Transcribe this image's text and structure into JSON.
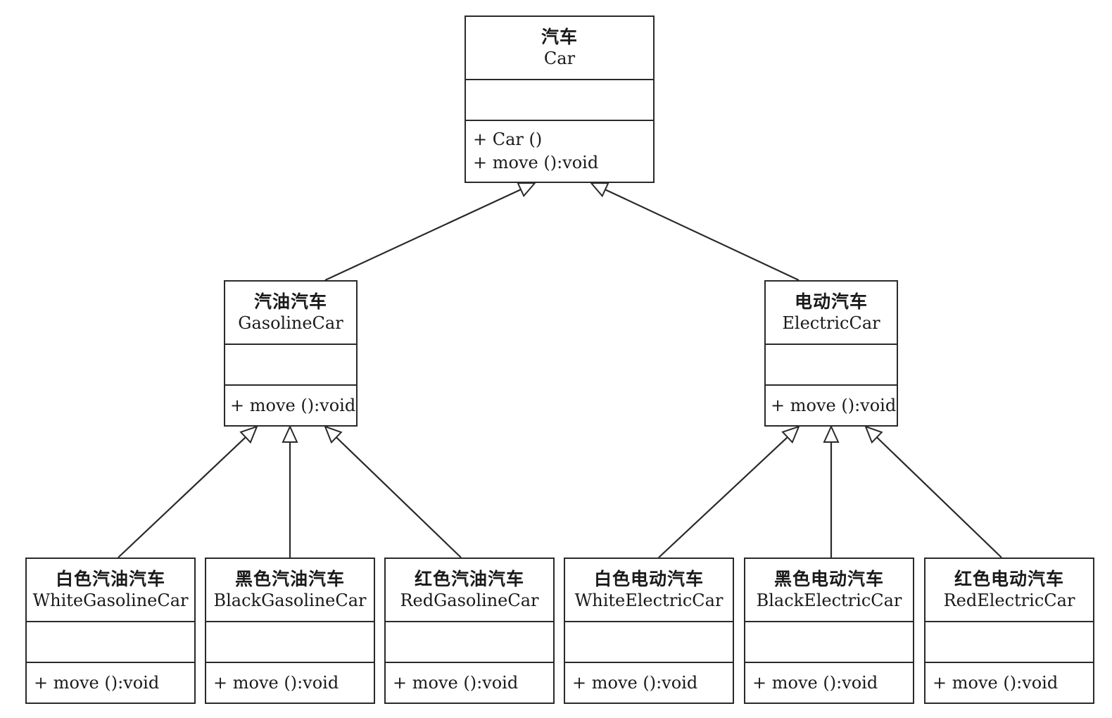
{
  "classes": {
    "car": {
      "cn": "汽车",
      "en": "Car",
      "ops": [
        "+ Car ()",
        "+ move ():void"
      ]
    },
    "gasoline_car": {
      "cn": "汽油汽车",
      "en": "GasolineCar",
      "ops": [
        "+ move ():void"
      ]
    },
    "electric_car": {
      "cn": "电动汽车",
      "en": "ElectricCar",
      "ops": [
        "+ move ():void"
      ]
    },
    "white_gasoline_car": {
      "cn": "白色汽油汽车",
      "en": "WhiteGasolineCar",
      "ops": [
        "+ move ():void"
      ]
    },
    "black_gasoline_car": {
      "cn": "黑色汽油汽车",
      "en": "BlackGasolineCar",
      "ops": [
        "+ move ():void"
      ]
    },
    "red_gasoline_car": {
      "cn": "红色汽油汽车",
      "en": "RedGasolineCar",
      "ops": [
        "+ move ():void"
      ]
    },
    "white_electric_car": {
      "cn": "白色电动汽车",
      "en": "WhiteElectricCar",
      "ops": [
        "+ move ():void"
      ]
    },
    "black_electric_car": {
      "cn": "黑色电动汽车",
      "en": "BlackElectricCar",
      "ops": [
        "+ move ():void"
      ]
    },
    "red_electric_car": {
      "cn": "红色电动汽车",
      "en": "RedElectricCar",
      "ops": [
        "+ move ():void"
      ]
    }
  },
  "relations": [
    {
      "type": "generalization",
      "from": "gasoline_car",
      "to": "car"
    },
    {
      "type": "generalization",
      "from": "electric_car",
      "to": "car"
    },
    {
      "type": "generalization",
      "from": "white_gasoline_car",
      "to": "gasoline_car"
    },
    {
      "type": "generalization",
      "from": "black_gasoline_car",
      "to": "gasoline_car"
    },
    {
      "type": "generalization",
      "from": "red_gasoline_car",
      "to": "gasoline_car"
    },
    {
      "type": "generalization",
      "from": "white_electric_car",
      "to": "electric_car"
    },
    {
      "type": "generalization",
      "from": "black_electric_car",
      "to": "electric_car"
    },
    {
      "type": "generalization",
      "from": "red_electric_car",
      "to": "electric_car"
    }
  ]
}
